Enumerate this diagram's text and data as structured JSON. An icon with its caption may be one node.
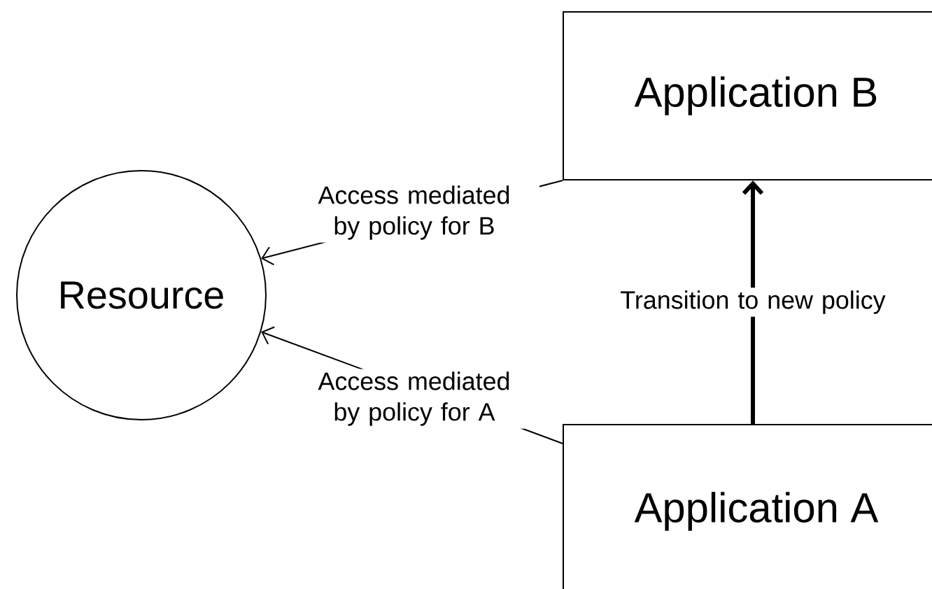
{
  "diagram": {
    "nodes": [
      {
        "text": [
          "Application B"
        ]
      },
      {
        "text": [
          "Resource"
        ]
      },
      {
        "text": [
          "Application A"
        ]
      }
    ],
    "edges": [
      {
        "from": 0,
        "to": 1,
        "arrow": "to",
        "label": "Access mediated by policy for B"
      },
      {
        "from": 2,
        "to": 1,
        "arrow": "to",
        "label": "Access mediated by policy for A"
      },
      {
        "from": 2,
        "to": 0,
        "arrow": "to",
        "label": "Transition to new policy",
        "style": "thick"
      }
    ]
  }
}
